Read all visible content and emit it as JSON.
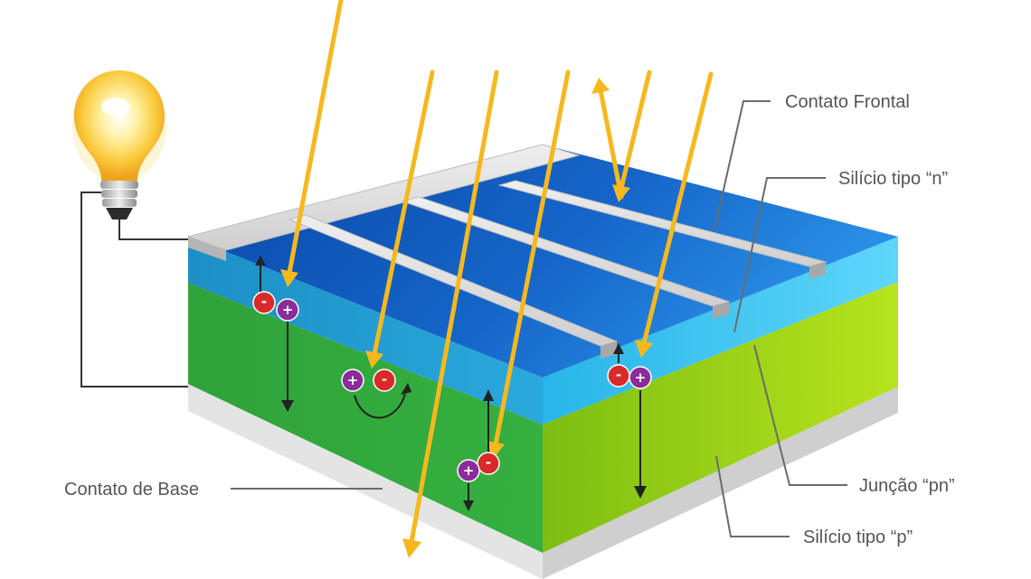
{
  "labels": {
    "front_contact": "Contato Frontal",
    "n_silicon": "Silício tipo “n”",
    "pn_junction": "Junção “pn”",
    "p_silicon": "Silício tipo “p”",
    "base_contact": "Contato de Base"
  },
  "charges": {
    "electron": "-",
    "hole": "+"
  },
  "colors": {
    "light_ray": "#F7B81E",
    "n_layer": "#2A9FE0",
    "p_layer": "#3DAF3A",
    "electron": "#D92A2A",
    "hole": "#8B2C9B",
    "contact": "#D9D9D9",
    "label_text": "#555555",
    "leader_line": "#6B6B6B"
  },
  "icons": [
    "light-bulb-icon"
  ]
}
